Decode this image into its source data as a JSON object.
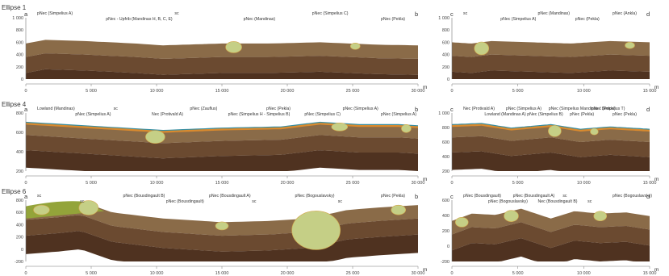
{
  "titles": {
    "row1": "Ellipse 1",
    "row2": "Ellipse 4",
    "row3": "Ellipse 6"
  },
  "axis_unit": "m",
  "colors": {
    "layer_top": "#8a6b48",
    "layer_mid": "#6b4a30",
    "layer_low": "#4f3220",
    "orange_band": "#d98a2e",
    "teal_line": "#3a8ea0",
    "lens_fill": "#c5cf86",
    "olive": "#93a43a",
    "ellipse_line": "#d2a64a"
  },
  "panels": [
    {
      "id": "p1",
      "left_label": "a",
      "right_label": "b",
      "y_ticks": [
        "1 000",
        "800",
        "600",
        "400",
        "200",
        "0"
      ],
      "x_ticks": [
        "0",
        "5 000",
        "10 000",
        "15 000",
        "20 000",
        "25 000",
        "30 000"
      ],
      "labels": [
        "pNec (Simpelius A)",
        "pNec - Upfrib (Mandinas H, B, C, E)",
        "sc",
        "pNec (Mandinas)",
        "pNec (Simpelius C)",
        "pNec (Pekla)"
      ]
    },
    {
      "id": "p2",
      "left_label": "c",
      "right_label": "d",
      "y_ticks": [
        "1 000",
        "800",
        "600",
        "400",
        "200",
        "0"
      ],
      "x_ticks": [
        "0",
        "5 000",
        "10 000",
        "15 000"
      ],
      "labels": [
        "sc",
        "pNec (Simpelius A)",
        "pNec (Mandinas)",
        "pNec (Pekla)",
        "pNec (Ankla)"
      ]
    },
    {
      "id": "p3",
      "left_label": "a",
      "right_label": "b",
      "y_ticks": [
        "800",
        "600",
        "400",
        "200"
      ],
      "x_ticks": [
        "0",
        "5 000",
        "10 000",
        "15 000",
        "20 000",
        "25 000",
        "30 000"
      ],
      "labels": [
        "Lowland (Mandinas)",
        "pNec (Simpelius A)",
        "sc",
        "Nec (Protivald A)",
        "pNec (Zauflus)",
        "pNec (Simpelius H - Simpelius B)",
        "pNec (Pekla)",
        "pNec (Simpelius C)",
        "pNec (Simpelius A)",
        "pNec (Simpelius A)"
      ]
    },
    {
      "id": "p4",
      "left_label": "c",
      "right_label": "d",
      "y_ticks": [
        "1 000",
        "800",
        "600",
        "400",
        "200"
      ],
      "x_ticks": [
        "0",
        "5 000",
        "10 000",
        "15 000"
      ],
      "labels": [
        "Nec (Protivald A)",
        "Lowland (Mandinas A)",
        "pNec (Simpelius A)",
        "pNec (Simpelius B)",
        "pNec (Simpelius Mandinas / Simpelius T)",
        "pNec (Pekla)",
        "pNec (Pekla)",
        "pNec (Pekla)"
      ]
    },
    {
      "id": "p5",
      "left_label": "a",
      "right_label": "b",
      "y_ticks": [
        "800",
        "600",
        "400",
        "200",
        "0",
        "-200"
      ],
      "x_ticks": [
        "0",
        "5 000",
        "10 000",
        "15 000",
        "20 000",
        "25 000",
        "30 000"
      ],
      "labels": [
        "sc",
        "sc",
        "pNec (Bousdingault B)",
        "pNec (Bousdingault)",
        "pNec (Bousdingault A)",
        "sc",
        "pNec (Bogouslavsky)",
        "sc",
        "pNec (Pekla)"
      ]
    },
    {
      "id": "p6",
      "left_label": "c",
      "right_label": "d",
      "y_ticks": [
        "600",
        "400",
        "200",
        "0",
        "-200"
      ],
      "x_ticks": [
        "0",
        "5 000",
        "10 000",
        "15 000"
      ],
      "labels": [
        "pNec (Bousdingault)",
        "pNec (Bogouslavsky)",
        "pNec (Bousdingault A)",
        "Nec (Bousdingault B)",
        "sc",
        "sc",
        "pNec (Bogouslavsky)"
      ]
    }
  ]
}
